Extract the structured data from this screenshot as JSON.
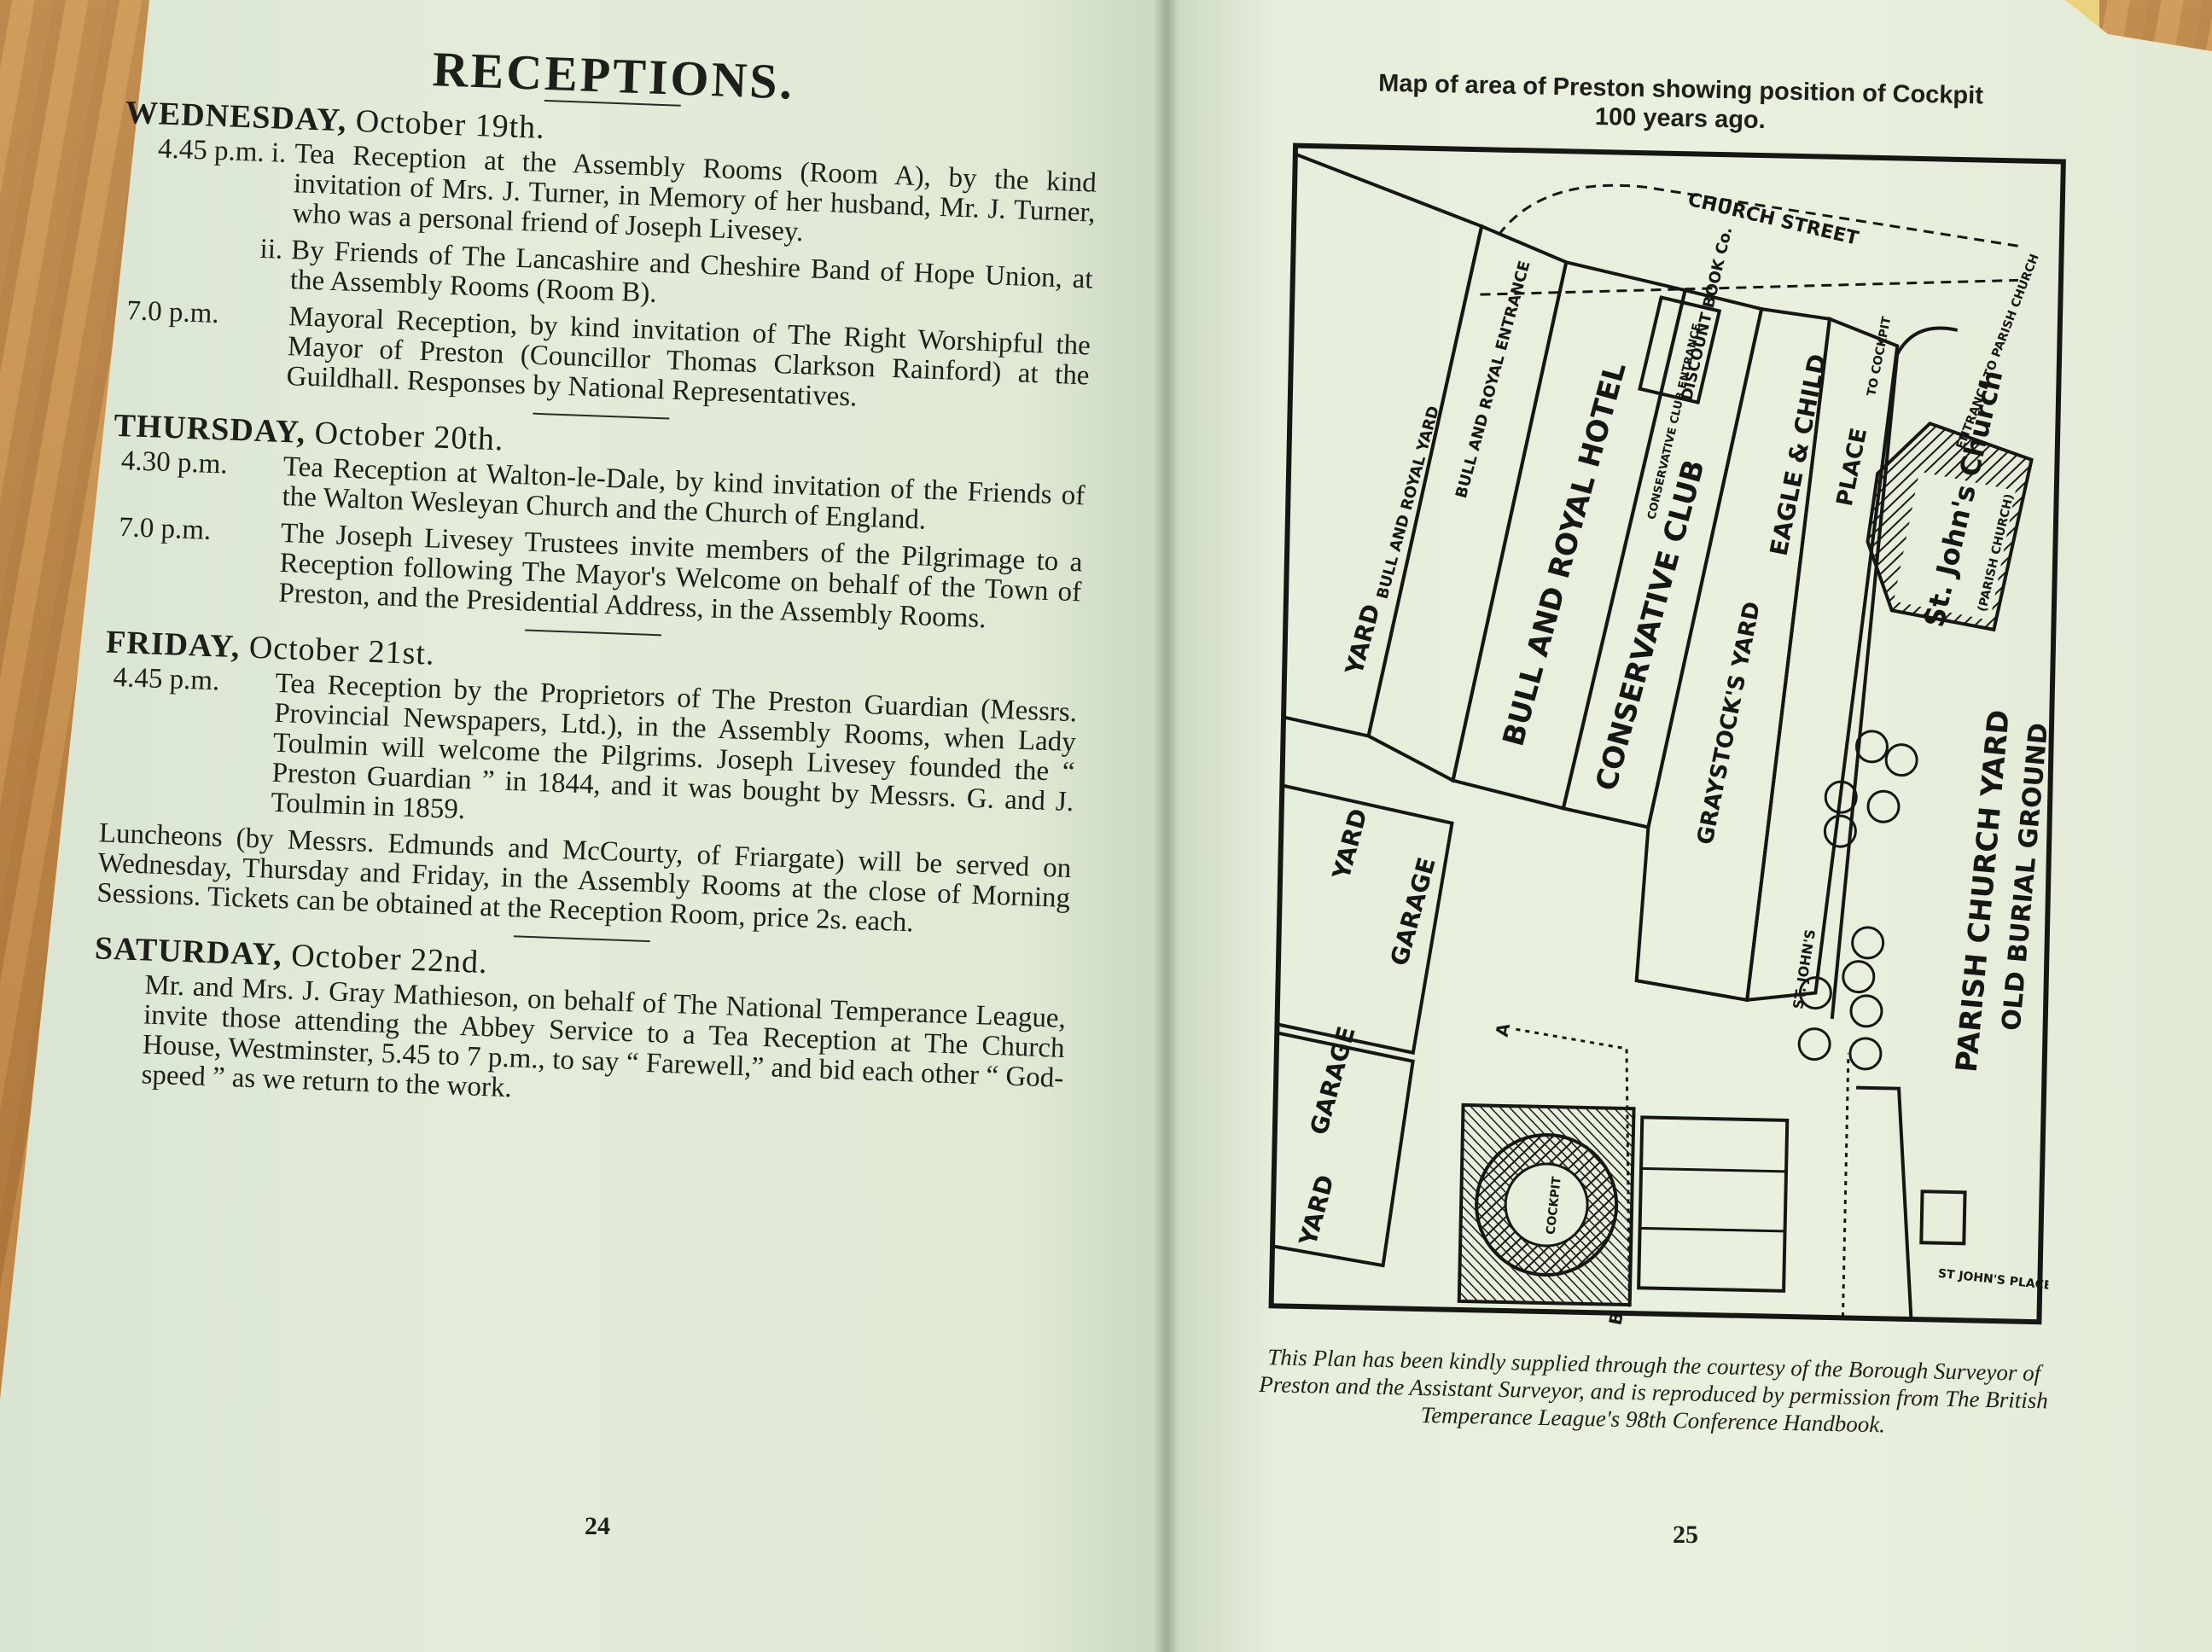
{
  "left_page": {
    "title": "RECEPTIONS.",
    "wednesday": {
      "day": "WEDNESDAY,",
      "date": "October 19th.",
      "entries": [
        {
          "time": "4.45 p.m. i.",
          "text": "Tea Reception at the Assembly Rooms (Room A), by the kind invitation of Mrs. J. Turner, in Memory of her husband, Mr. J. Turner, who was a personal friend of Joseph Livesey."
        },
        {
          "time": "ii.",
          "text": "By Friends of The Lancashire and Cheshire Band of Hope Union, at the Assembly Rooms (Room B)."
        },
        {
          "time": "7.0 p.m.",
          "text": "Mayoral Reception, by kind invitation of The Right Worshipful the Mayor of Preston (Councillor Thomas Clarkson Rainford) at the Guildhall. Responses by National Representatives."
        }
      ]
    },
    "thursday": {
      "day": "THURSDAY,",
      "date": "October 20th.",
      "entries": [
        {
          "time": "4.30 p.m.",
          "text": "Tea Reception at Walton-le-Dale, by kind invitation of the Friends of the Walton Wesleyan Church and the Church of England."
        },
        {
          "time": "7.0 p.m.",
          "text": "The Joseph Livesey Trustees invite members of the Pilgrimage to a Reception following The Mayor's Welcome on behalf of the Town of Preston, and the Presidential Address, in the Assembly Rooms."
        }
      ]
    },
    "friday": {
      "day": "FRIDAY,",
      "date": "October 21st.",
      "entries": [
        {
          "time": "4.45 p.m.",
          "text": "Tea Reception by the Proprietors of The Preston Guardian (Messrs. Provincial Newspapers, Ltd.), in the Assembly Rooms, when Lady Toulmin will welcome the Pilgrims. Joseph Livesey founded the “ Preston Guardian ” in 1844, and it was bought by Messrs. G. and J. Toulmin in 1859."
        }
      ]
    },
    "luncheons": "Luncheons (by Messrs. Edmunds and McCourty, of Friargate) will be served on Wednesday, Thursday and Friday, in the Assembly Rooms at the close of Morning Sessions. Tickets can be obtained at the Reception Room, price 2s. each.",
    "saturday": {
      "day": "SATURDAY,",
      "date": "October 22nd.",
      "text": "Mr. and Mrs. J. Gray Mathieson, on behalf of The National Temperance League, invite those attending the Abbey Service to a Tea Reception at The Church House, Westminster, 5.45 to 7 p.m., to say “ Farewell,” and bid each other “ God-speed ” as we return to the work."
    },
    "page_number": "24"
  },
  "right_page": {
    "map_title_line1": "Map of area of Preston showing position of Cockpit",
    "map_title_line2": "100 years ago.",
    "map_labels": {
      "church_street": "CHURCH STREET",
      "bull_royal_yard": "BULL AND ROYAL YARD",
      "bull_royal_entrance": "BULL AND ROYAL ENTRANCE",
      "yard": "YARD",
      "bull_royal_hotel": "BULL AND ROYAL HOTEL",
      "conservative_club": "CONSERVATIVE CLUB",
      "conservative_club_entrance": "CONSERVATIVE CLUB ENTRANCE",
      "discount_book": "DISCOUNT BOOK Co.",
      "eagle_child": "EAGLE & CHILD",
      "graystocks_yard": "GRAYSTOCK'S YARD",
      "to_cockpit": "TO COCKPIT",
      "place": "PLACE",
      "entrance_parish": "ENTRANCE TO PARISH CHURCH",
      "st_johns_church": "St. John's Church",
      "parish_church_small": "(PARISH CHURCH)",
      "st_johns": "ST. JOHN'S",
      "parish_church_yard": "PARISH CHURCH YARD",
      "old_burial_ground": "OLD BURIAL GROUND",
      "garage": "GARAGE",
      "cockpit": "COCKPIT",
      "st_johns_place": "ST JOHN'S PLACE",
      "marker_a": "A",
      "marker_b": "B"
    },
    "caption": "This Plan has been kindly supplied through the courtesy of the Borough Surveyor of Preston and the Assistant Surveyor, and is reproduced by permission from The British Temperance League's 98th Conference Handbook.",
    "page_number": "25"
  },
  "colors": {
    "paper": "#e3ecd9",
    "ink": "#1e1e1a",
    "desk": "#c08a4e"
  }
}
